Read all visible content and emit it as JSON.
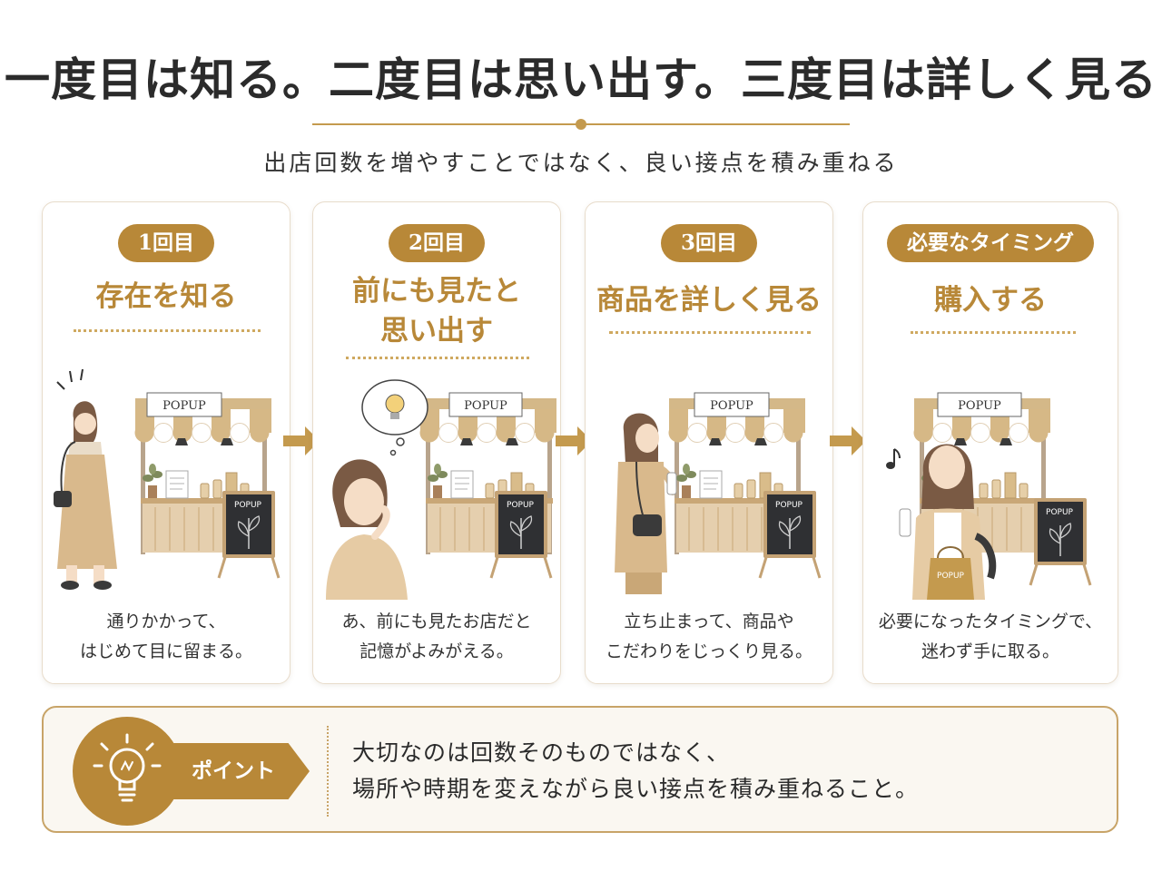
{
  "title": "一度目は知る。二度目は思い出す。三度目は詳しく見る",
  "subtitle": "出店回数を増やすことではなく、良い接点を積み重ねる",
  "steps": [
    {
      "badge": "1回目",
      "heading": [
        "存在を知る"
      ],
      "description": [
        "通りかかって、",
        "はじめて目に留まる。"
      ]
    },
    {
      "badge": "2回目",
      "heading": [
        "前にも見たと",
        "思い出す"
      ],
      "description": [
        "あ、前にも見たお店だと",
        "記憶がよみがえる。"
      ]
    },
    {
      "badge": "3回目",
      "heading": [
        "商品を詳しく見る"
      ],
      "description": [
        "立ち止まって、商品や",
        "こだわりをじっくり見る。"
      ]
    },
    {
      "badge": "必要なタイミング",
      "heading": [
        "購入する"
      ],
      "description": [
        "必要になったタイミングで、",
        "迷わず手に取る。"
      ]
    }
  ],
  "stall_sign": "POPUP",
  "chalkboard_text": "POPUP",
  "bag_text": "POPUP",
  "point": {
    "label": "ポイント",
    "lines": [
      "大切なのは回数そのものではなく、",
      "場所や時期を変えながら良い接点を積み重ねること。"
    ]
  },
  "colors": {
    "accent": "#b88838",
    "text": "#2b2b2b",
    "card_border": "#e8dccb"
  },
  "icons": [
    "arrow-right-icon",
    "lightbulb-icon",
    "thinking-lightbulb-icon",
    "music-note-icon"
  ]
}
